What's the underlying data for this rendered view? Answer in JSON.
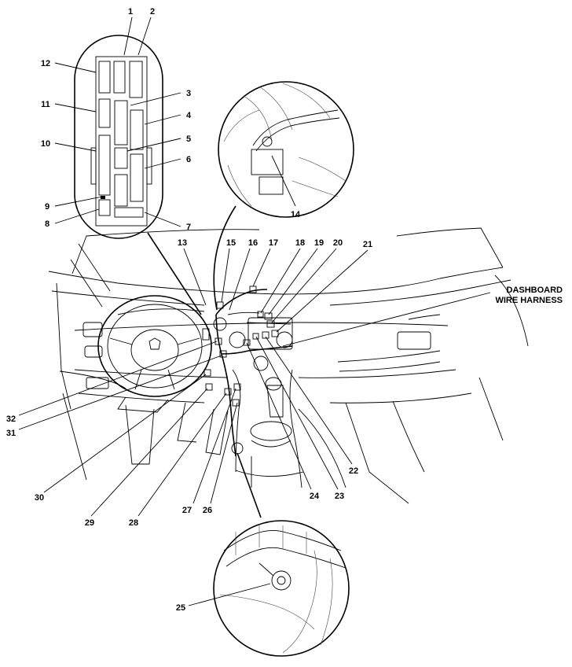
{
  "callouts": {
    "c1": "1",
    "c2": "2",
    "c3": "3",
    "c4": "4",
    "c5": "5",
    "c6": "6",
    "c7": "7",
    "c8": "8",
    "c9": "9",
    "c10": "10",
    "c11": "11",
    "c12": "12",
    "c13": "13",
    "c14": "14",
    "c15": "15",
    "c16": "16",
    "c17": "17",
    "c18": "18",
    "c19": "19",
    "c20": "20",
    "c21": "21",
    "c22": "22",
    "c23": "23",
    "c24": "24",
    "c25": "25",
    "c26": "26",
    "c27": "27",
    "c28": "28",
    "c29": "29",
    "c30": "30",
    "c31": "31",
    "c32": "32"
  },
  "harness_label": {
    "line1": "DASHBOARD",
    "line2": "WIRE HARNESS"
  }
}
